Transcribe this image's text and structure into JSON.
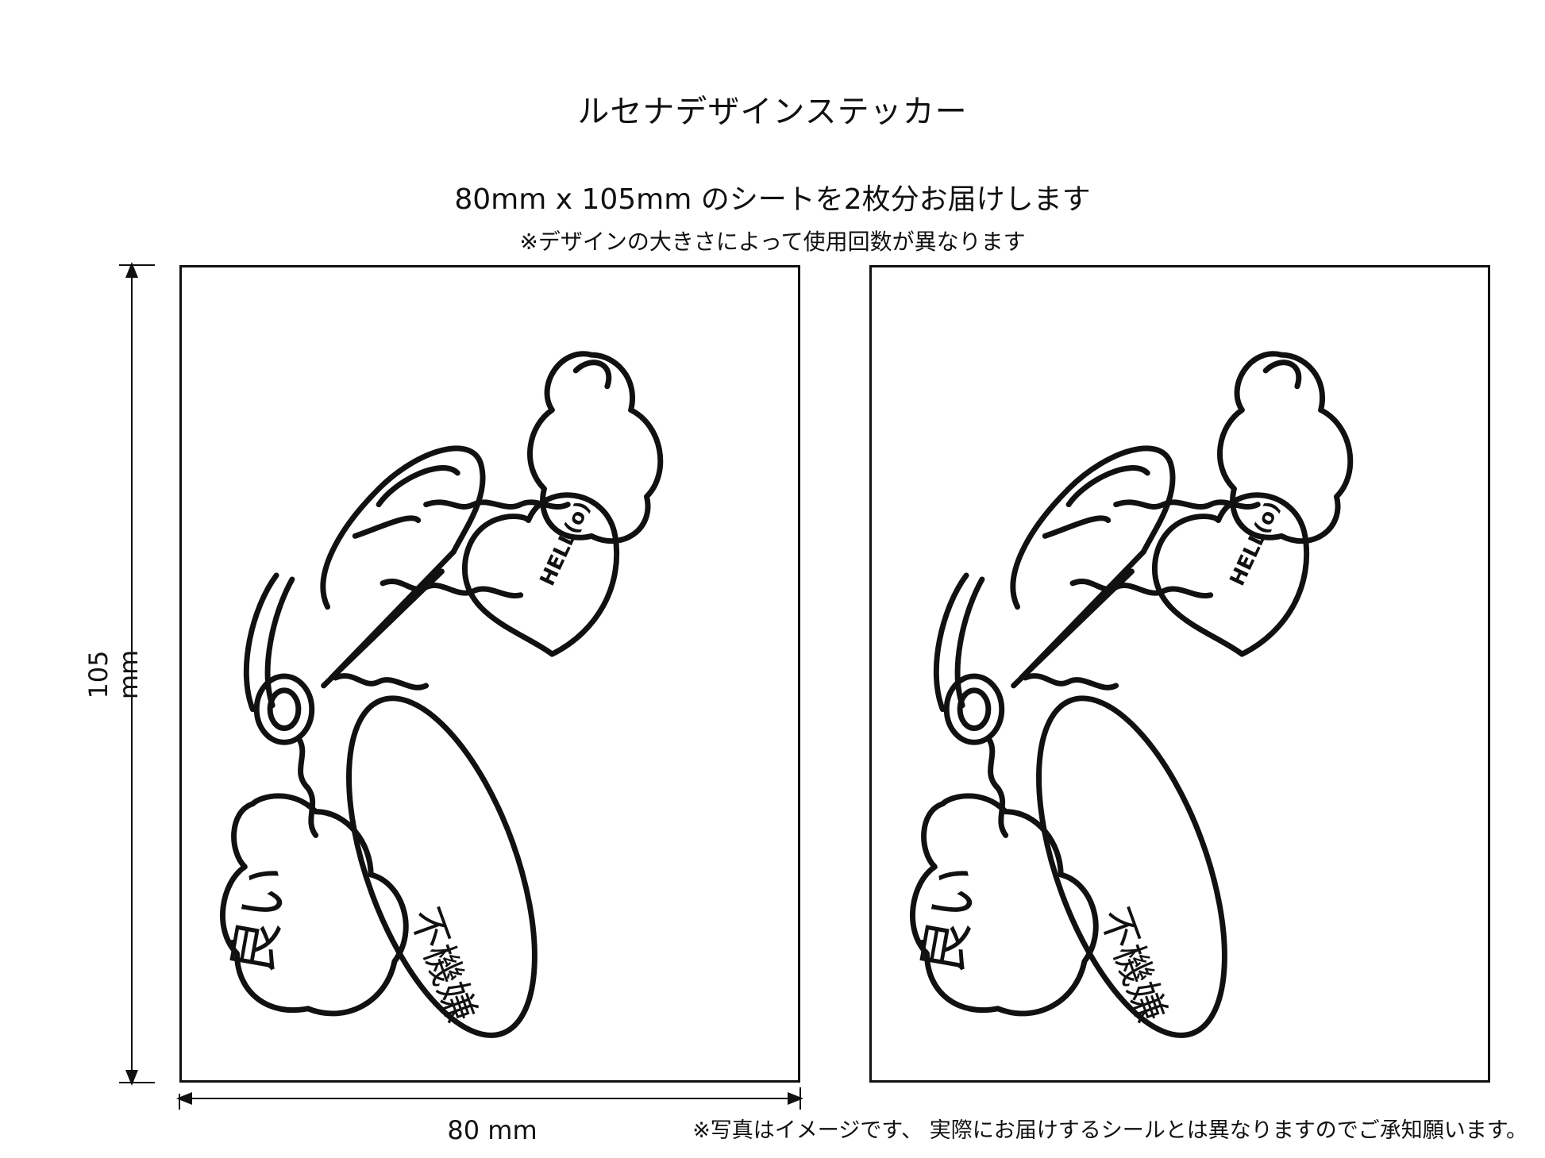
{
  "title": "ルセナデザインステッカー",
  "subtitle": "80mm x 105mm のシートを2枚分お届けします",
  "note": "※デザインの大きさによって使用回数が異なります",
  "dimensions": {
    "height_label": "105 mm",
    "width_label": "80 mm"
  },
  "sticker": {
    "tag_heart_text": "HELL(o)",
    "tag_oval_text": "不機嫌",
    "tag_bottom_text": "良い"
  },
  "disclaimer": "※写真はイメージです、 実際にお届けするシールとは異なりますのでご承知願います。"
}
